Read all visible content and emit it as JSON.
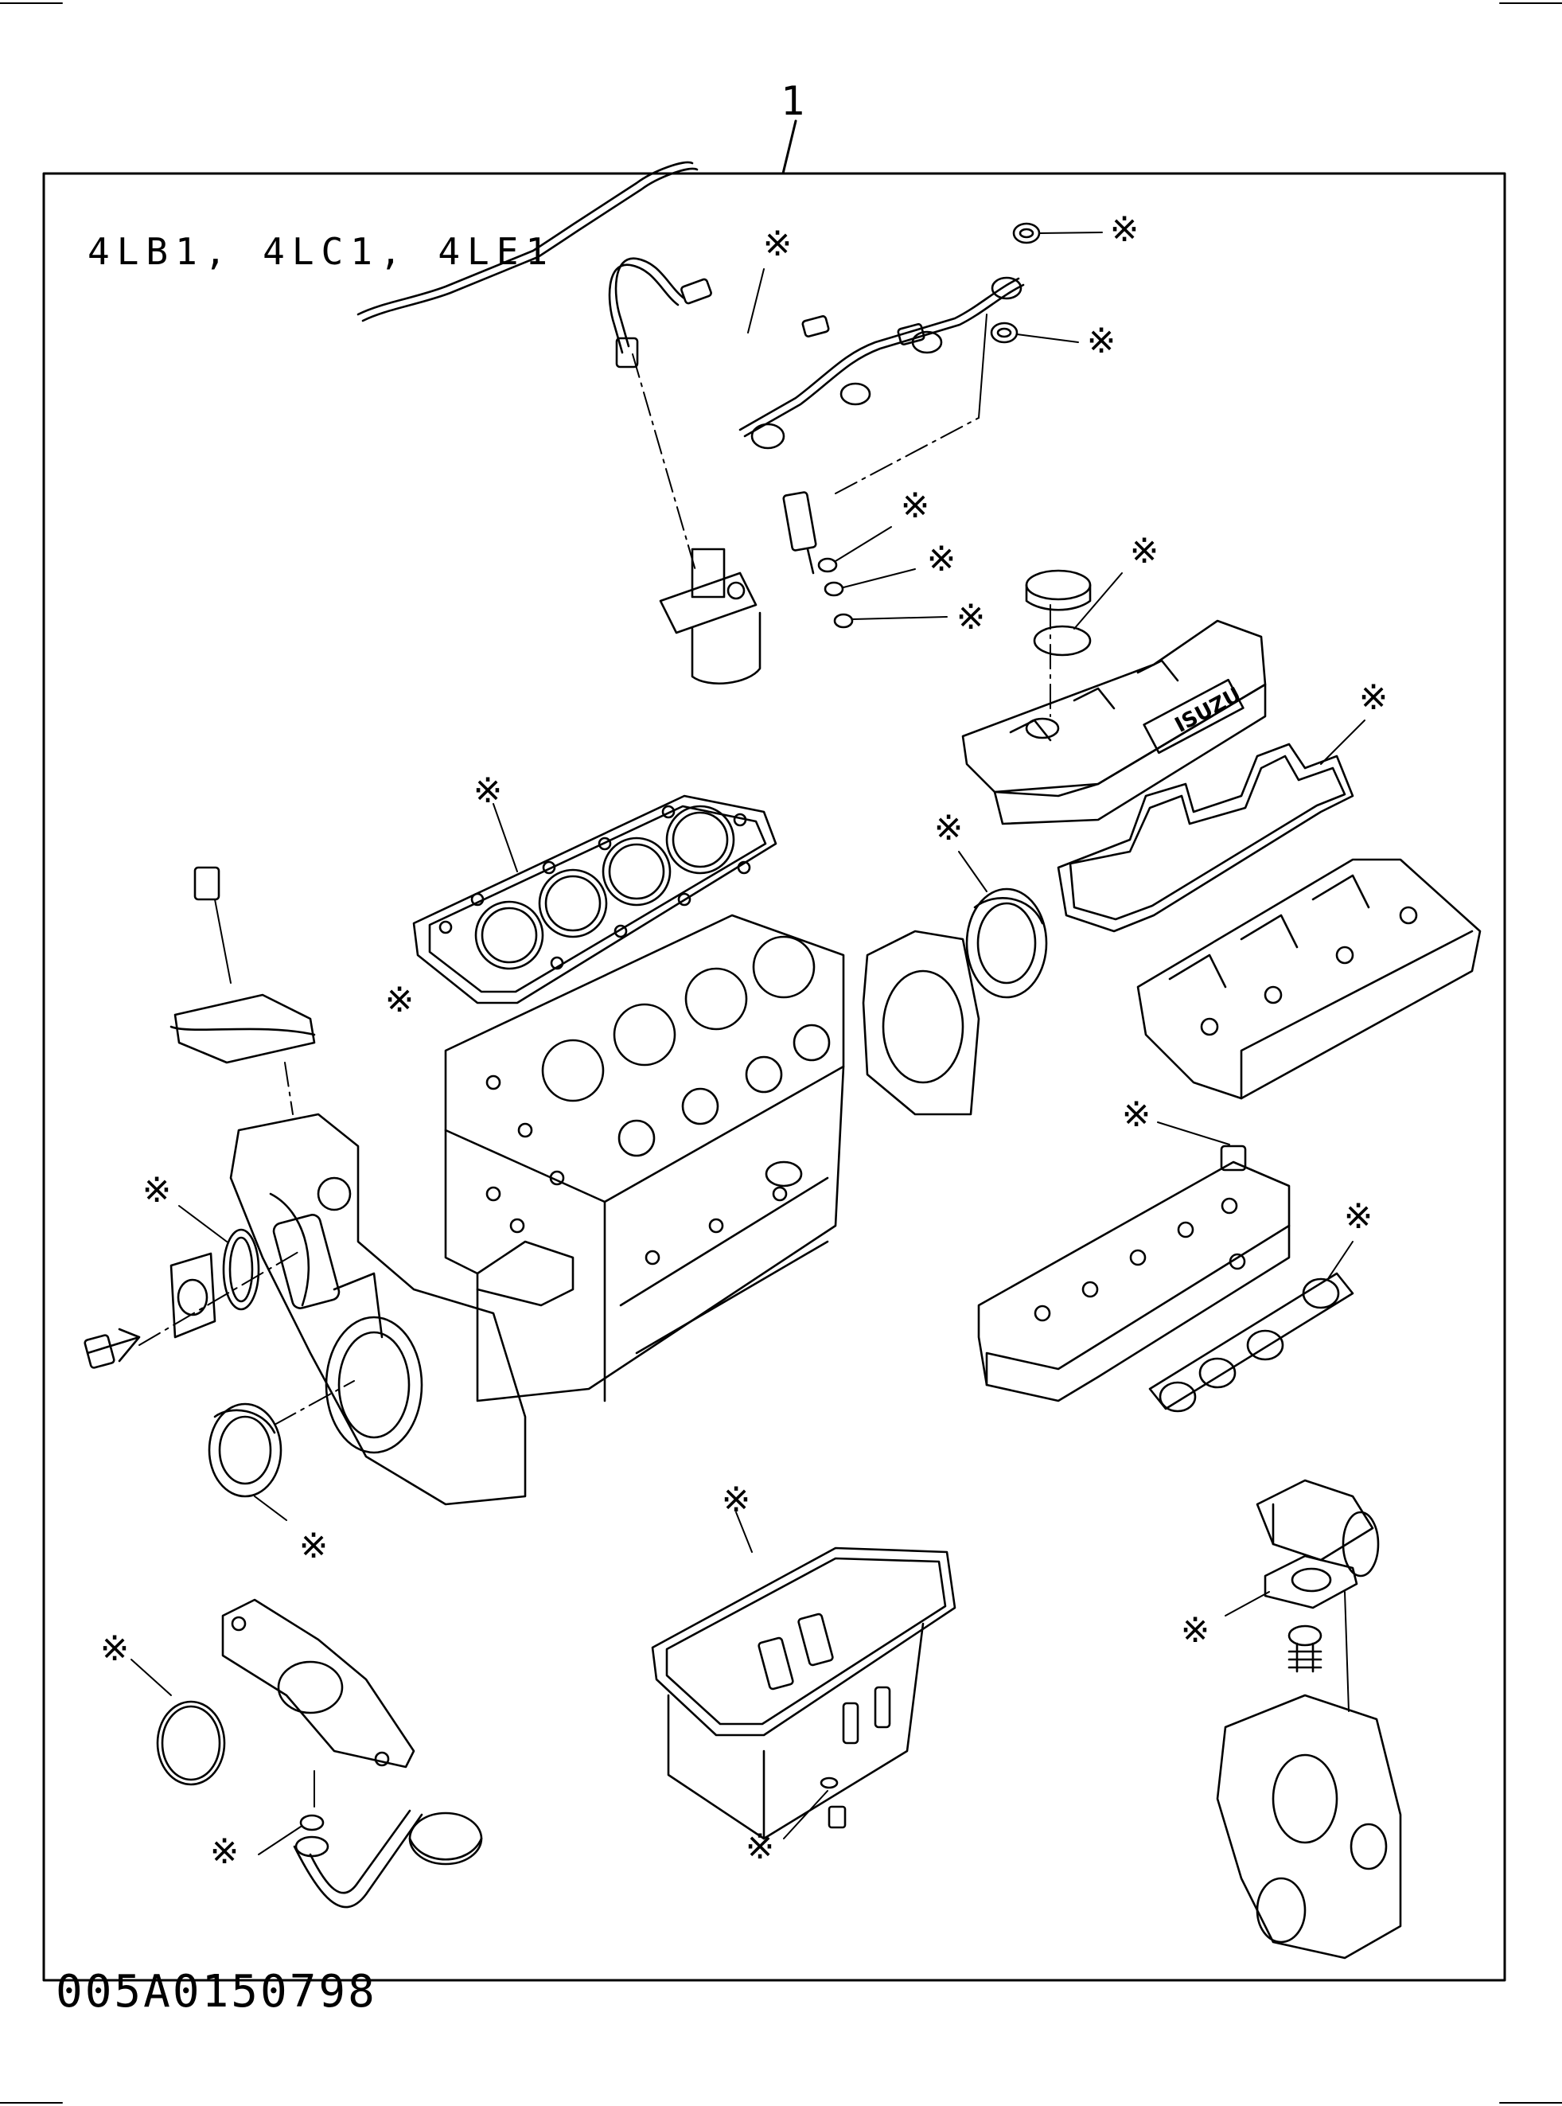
{
  "diagram": {
    "callout_number": "1",
    "engine_models": "4LB1, 4LC1, 4LE1",
    "diagram_id": "005A0150798",
    "part_marker": "※",
    "brand_mark": "ISUZU"
  }
}
